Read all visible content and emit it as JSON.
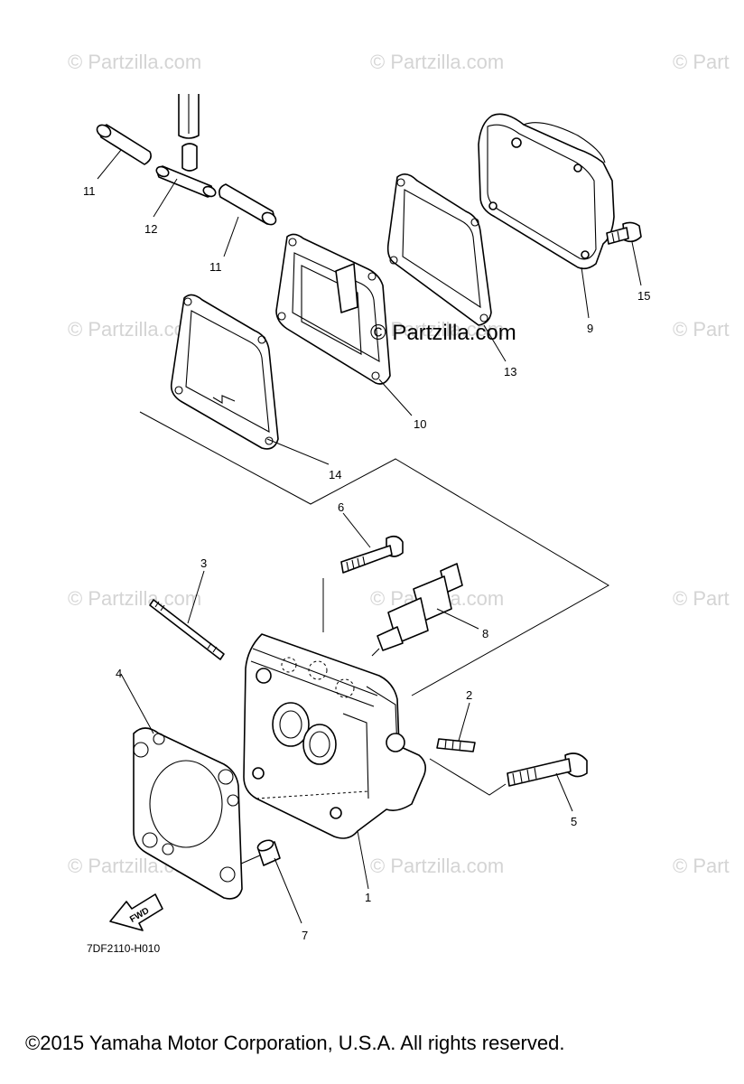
{
  "watermarks": [
    "© Partzilla.com",
    "© Partzilla.com",
    "© Part",
    "© Partzilla.com",
    "© Partzilla.com",
    "© Part",
    "© Partzilla.com",
    "© Partzilla.com",
    "© Part",
    "© Partzilla.com",
    "© Partzilla.com",
    "© Part"
  ],
  "center_watermark": "© Partzilla.com",
  "callouts": {
    "p1": "1",
    "p2": "2",
    "p3": "3",
    "p4": "4",
    "p5": "5",
    "p6": "6",
    "p7": "7",
    "p8": "8",
    "p9": "9",
    "p10": "10",
    "p11a": "11",
    "p11b": "11",
    "p12": "12",
    "p13": "13",
    "p14": "14",
    "p15": "15"
  },
  "fwd_label": "FWD",
  "diagram_code": "7DF2110-H010",
  "copyright": "©2015  Yamaha Motor Corporation, U.S.A. All rights reserved."
}
